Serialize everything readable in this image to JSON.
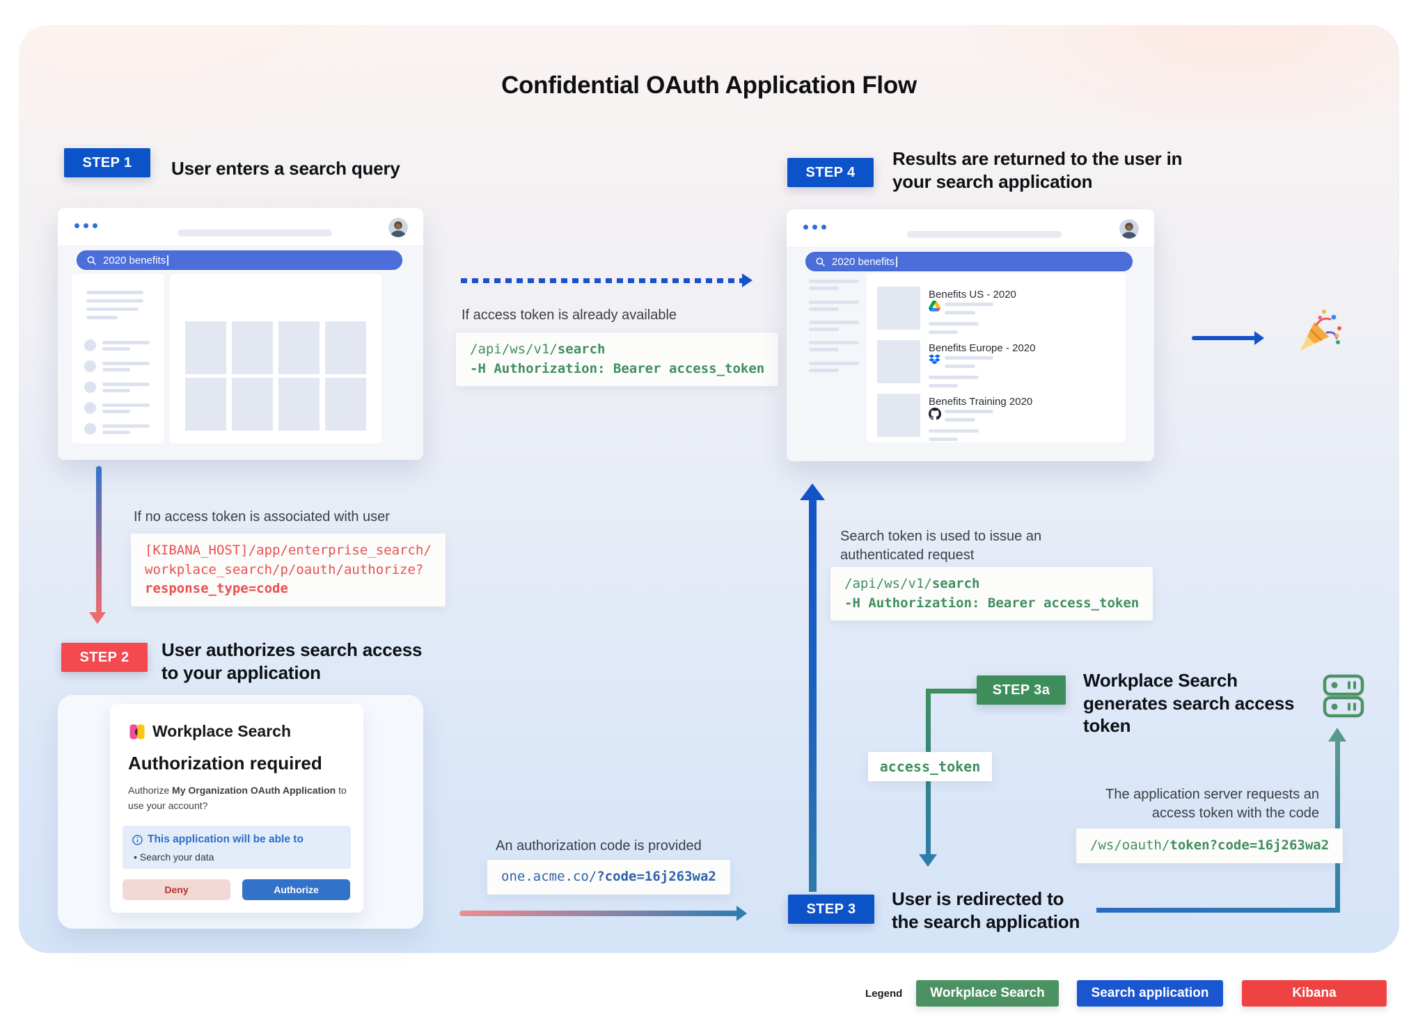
{
  "title": "Confidential OAuth Application Flow",
  "steps": {
    "s1": {
      "badge": "STEP 1",
      "title": "User enters a search query"
    },
    "s2": {
      "badge": "STEP 2",
      "title": "User authorizes search access to your application"
    },
    "s3": {
      "badge": "STEP 3",
      "title": "User is redirected to the search application"
    },
    "s3a": {
      "badge": "STEP 3a",
      "title": "Workplace Search generates search access token"
    },
    "s4": {
      "badge": "STEP 4",
      "title": "Results are returned to the user in your search application"
    }
  },
  "browser1": {
    "search_query": "2020 benefits"
  },
  "browser2": {
    "search_query": "2020 benefits",
    "results": [
      {
        "title": "Benefits US - 2020",
        "icon": "google-drive-icon"
      },
      {
        "title": "Benefits Europe - 2020",
        "icon": "dropbox-icon"
      },
      {
        "title": "Benefits Training 2020",
        "icon": "github-icon"
      }
    ]
  },
  "annotations": {
    "token_available": "If access token is already available",
    "no_token": "If no access token is associated with user",
    "auth_code": "An authorization code is provided",
    "search_token": "Search token is used to issue an authenticated request",
    "app_server": "The application server requests an access token with the code"
  },
  "code": {
    "search_api": {
      "prefix": "/api/ws/v1/",
      "bold": "search",
      "line2": "-H Authorization: Bearer access_token"
    },
    "authorize_url": {
      "line1": "[KIBANA_HOST]/app/enterprise_search/",
      "line2": "workplace_search/p/oauth/authorize?",
      "bold": "response_type=code"
    },
    "redirect_url": {
      "prefix": "one.acme.co/",
      "bold": "?code=16j263wa2"
    },
    "token_url": {
      "prefix": "/ws/oauth/",
      "bold": "token?code=16j263wa2"
    },
    "access_token": "access_token"
  },
  "dialog": {
    "brand": "Workplace Search",
    "heading": "Authorization required",
    "body_prefix": "Authorize ",
    "body_bold": "My Organization OAuth Application",
    "body_suffix": " to use your account?",
    "scope_title": "This application will be able to",
    "scope_item": "Search your data",
    "deny_label": "Deny",
    "authorize_label": "Authorize"
  },
  "legend": {
    "label": "Legend",
    "items": [
      {
        "label": "Workplace Search",
        "color": "#4c9162"
      },
      {
        "label": "Search application",
        "color": "#1a56cf"
      },
      {
        "label": "Kibana",
        "color": "#ef4343"
      }
    ]
  },
  "celebration_icon": "party-popper",
  "colors": {
    "step_blue": "#0c52c8",
    "step_red": "#f3494f",
    "step_green": "#3e8e5c",
    "search_pill_blue": "#4b6edb",
    "code_green": "#3f8e5f",
    "code_red": "#e85050",
    "code_blue": "#2e62ac",
    "arrow_blue": "#1352c8",
    "arrow_teal": "#2e7dad",
    "arrow_red": "#ec6c6c",
    "arrow_green": "#3e8e5c"
  }
}
